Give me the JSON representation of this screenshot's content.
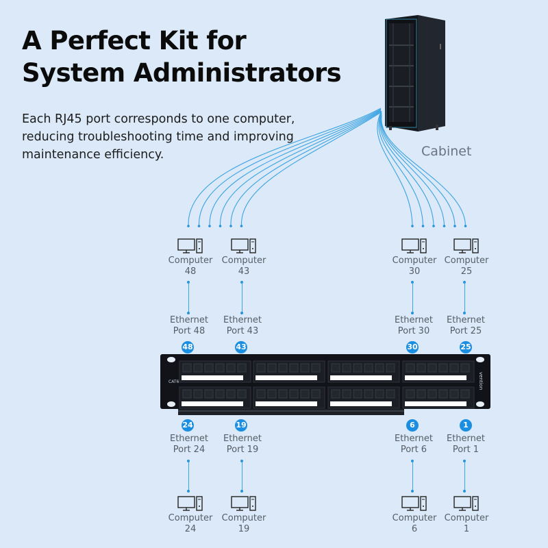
{
  "headline": {
    "line1": "A Perfect Kit for",
    "line2": "System Administrators"
  },
  "description": {
    "line1": "Each RJ45 port corresponds to one computer,",
    "line2": "reducing troubleshooting time and improving",
    "line3": "maintenance efficiency."
  },
  "cabinet": {
    "label": "Cabinet",
    "icon": "server-rack-cabinet"
  },
  "patch_panel": {
    "icon": "rj45-patch-panel",
    "port_count": 48,
    "brand_text": "vention",
    "category_text": "CAT6"
  },
  "colors": {
    "accent": "#1a8ee0",
    "cable": "#3aa3e2",
    "background": "#dbe9f8",
    "label_text": "#555d66"
  },
  "top_connections": [
    {
      "computer_label": "Computer",
      "computer_number": "48",
      "port_label": "Ethernet",
      "port_text": "Port 48",
      "badge": "48"
    },
    {
      "computer_label": "Computer",
      "computer_number": "43",
      "port_label": "Ethernet",
      "port_text": "Port 43",
      "badge": "43"
    },
    {
      "computer_label": "Computer",
      "computer_number": "30",
      "port_label": "Ethernet",
      "port_text": "Port 30",
      "badge": "30"
    },
    {
      "computer_label": "Computer",
      "computer_number": "25",
      "port_label": "Ethernet",
      "port_text": "Port 25",
      "badge": "25"
    }
  ],
  "bottom_connections": [
    {
      "computer_label": "Computer",
      "computer_number": "24",
      "port_label": "Ethernet",
      "port_text": "Port 24",
      "badge": "24"
    },
    {
      "computer_label": "Computer",
      "computer_number": "19",
      "port_label": "Ethernet",
      "port_text": "Port 19",
      "badge": "19"
    },
    {
      "computer_label": "Computer",
      "computer_number": "6",
      "port_label": "Ethernet",
      "port_text": "Port 6",
      "badge": "6"
    },
    {
      "computer_label": "Computer",
      "computer_number": "1",
      "port_label": "Ethernet",
      "port_text": "Port 1",
      "badge": "1"
    }
  ],
  "cable_bundles": {
    "left_count": 6,
    "right_count": 6
  }
}
